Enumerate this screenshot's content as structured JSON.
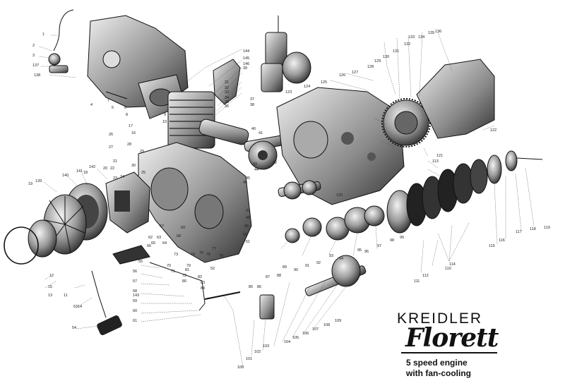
{
  "brand": {
    "name": "KREIDLER",
    "model": "Florett",
    "subtitle_line1": "5 speed engine",
    "subtitle_line2": "with fan-cooling"
  },
  "part_numbers": [
    "1",
    "2",
    "3",
    "4",
    "5",
    "6",
    "7",
    "8",
    "9",
    "10",
    "11",
    "12",
    "13",
    "14",
    "15",
    "16",
    "17",
    "18",
    "19",
    "20",
    "21",
    "22",
    "23",
    "24",
    "25",
    "26",
    "27",
    "28",
    "29",
    "30",
    "31",
    "32",
    "33",
    "34",
    "35",
    "36",
    "37",
    "38",
    "39",
    "40",
    "41",
    "42",
    "43",
    "44",
    "45",
    "46",
    "47",
    "48",
    "49",
    "50",
    "51",
    "52",
    "53",
    "54",
    "55",
    "56",
    "57",
    "58",
    "59",
    "60",
    "61",
    "62",
    "63",
    "64",
    "65",
    "66",
    "67",
    "68",
    "69",
    "70",
    "71",
    "72",
    "73",
    "74",
    "75",
    "76",
    "77",
    "78",
    "79",
    "80",
    "81",
    "82",
    "83",
    "84",
    "85",
    "86",
    "87",
    "88",
    "89",
    "90",
    "91",
    "92",
    "93",
    "94",
    "95",
    "96",
    "97",
    "98",
    "99",
    "100",
    "101",
    "102",
    "103",
    "104",
    "105",
    "106",
    "107",
    "108",
    "109",
    "110",
    "111",
    "112",
    "113",
    "114",
    "115",
    "116",
    "117",
    "118",
    "119",
    "120",
    "121",
    "122",
    "123",
    "124",
    "125",
    "126",
    "127",
    "128",
    "129",
    "130",
    "131",
    "132",
    "133",
    "134",
    "135",
    "136",
    "137",
    "138",
    "139",
    "140",
    "141",
    "142",
    "143",
    "144",
    "145",
    "146"
  ],
  "colors": {
    "ink": "#111111",
    "paper": "#ffffff",
    "metal": "#9a9a9a",
    "metal_dark": "#444444"
  }
}
